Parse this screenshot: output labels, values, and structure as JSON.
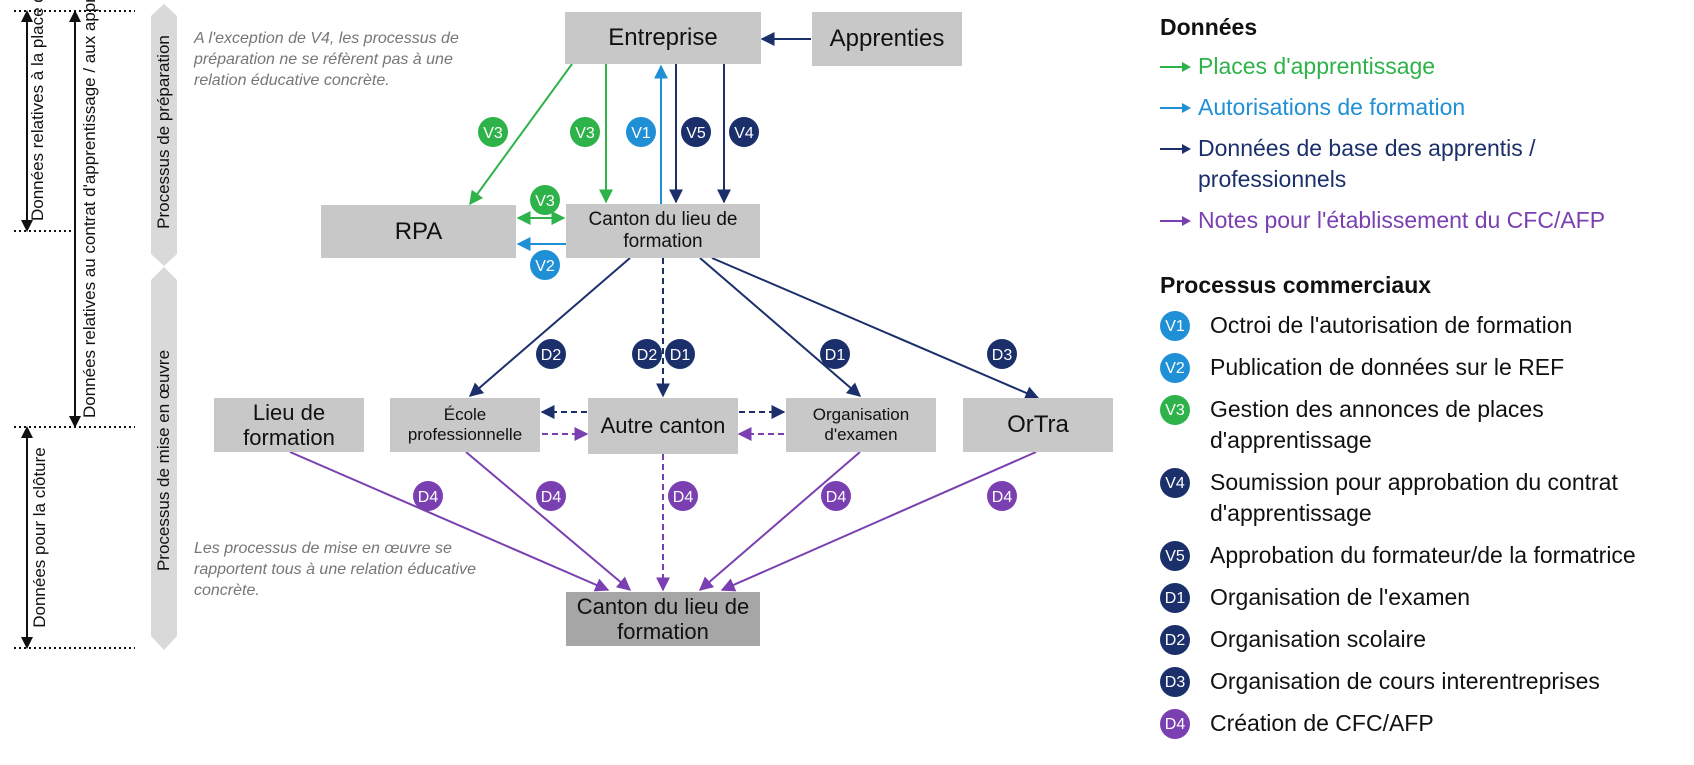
{
  "colors": {
    "green": "#2db34a",
    "light_blue": "#1f8fd6",
    "dark_blue": "#1b2f6b",
    "purple": "#7a3fb0",
    "box_gray": "#c8c8c8",
    "box_dark_gray": "#a6a6a6",
    "side_band": "#d9d9d9"
  },
  "side_labels": {
    "outer_top": "Données relatives à la place d'apprentissage",
    "outer_middle": "Données relatives au contrat d'apprentissage / aux apprentis",
    "outer_bottom": "Données pour la clôture",
    "band_top": "Processus de préparation",
    "band_bottom": "Processus de mise en œuvre"
  },
  "notes": {
    "preparation": "A l'exception de V4, les processus de préparation ne se réfèrent pas à une relation éducative concrète.",
    "implementation": "Les processus de mise en œuvre se rapportent tous à une relation éducative concrète."
  },
  "nodes": {
    "entreprise": "Entreprise",
    "apprenties": "Apprenties",
    "rpa": "RPA",
    "canton_top": "Canton du lieu de formation",
    "lieu": "Lieu de formation",
    "ecole": "École professionnelle",
    "autre": "Autre canton",
    "orgexam": "Organisation d'examen",
    "ortra": "OrTra",
    "canton_bottom": "Canton du lieu de formation"
  },
  "edge_badges": {
    "v3": "V3",
    "v1": "V1",
    "v5": "V5",
    "v4": "V4",
    "v2": "V2",
    "d1": "D1",
    "d2": "D2",
    "d3": "D3",
    "d4": "D4"
  },
  "legend": {
    "data_title": "Données",
    "data_items": [
      {
        "label": "Places d'apprentissage",
        "color": "#2db34a"
      },
      {
        "label": "Autorisations de formation",
        "color": "#1f8fd6"
      },
      {
        "label": "Données de base des apprentis / professionnels",
        "color": "#1b2f6b"
      },
      {
        "label": "Notes pour l'établissement du CFC/AFP",
        "color": "#7a3fb0"
      }
    ],
    "process_title": "Processus commerciaux",
    "process_items": [
      {
        "code": "V1",
        "label": "Octroi de l'autorisation de formation",
        "color": "#1f8fd6"
      },
      {
        "code": "V2",
        "label": "Publication de données sur le REF",
        "color": "#1f8fd6"
      },
      {
        "code": "V3",
        "label": "Gestion des annonces de places d'apprentissage",
        "color": "#2db34a"
      },
      {
        "code": "V4",
        "label": "Soumission pour approbation du contrat d'apprentissage",
        "color": "#1b2f6b"
      },
      {
        "code": "V5",
        "label": "Approbation du formateur/de la formatrice",
        "color": "#1b2f6b"
      },
      {
        "code": "D1",
        "label": "Organisation de l'examen",
        "color": "#1b2f6b"
      },
      {
        "code": "D2",
        "label": "Organisation scolaire",
        "color": "#1b2f6b"
      },
      {
        "code": "D3",
        "label": "Organisation de cours interentreprises",
        "color": "#1b2f6b"
      },
      {
        "code": "D4",
        "label": "Création de CFC/AFP",
        "color": "#7a3fb0"
      }
    ]
  }
}
